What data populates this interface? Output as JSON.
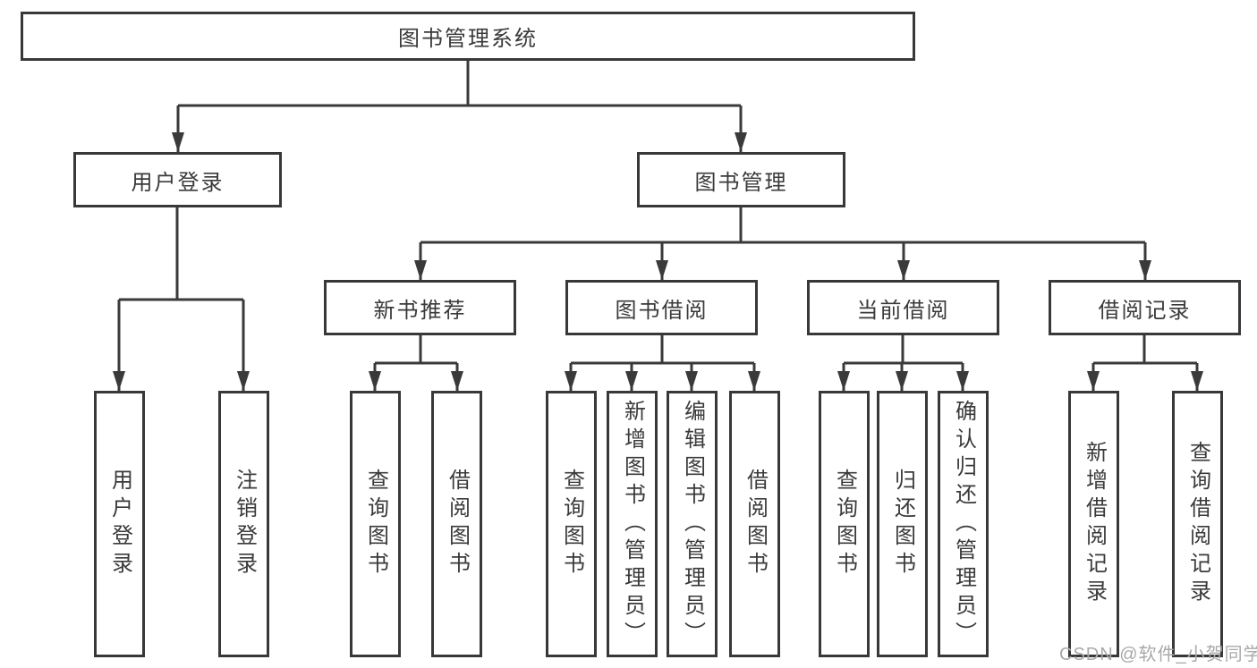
{
  "nodes": {
    "root": "图书管理系统",
    "level2": [
      "用户登录",
      "图书管理"
    ],
    "level3": [
      "新书推荐",
      "图书借阅",
      "当前借阅",
      "借阅记录"
    ],
    "user_children": [
      "用户登录",
      "注销登录"
    ],
    "newbook_children": [
      "查询图书",
      "借阅图书"
    ],
    "borrow_children": [
      "查询图书",
      "新增图书（管理员）",
      "编辑图书（管理员）",
      "借阅图书"
    ],
    "current_children": [
      "查询图书",
      "归还图书",
      "确认归还（管理员）"
    ],
    "records_children": [
      "新增借阅记录",
      "查询借阅记录"
    ]
  },
  "colors": {
    "line": "#3a3a3a",
    "box_border": "#383838",
    "box_fill": "#ffffff",
    "text": "#3a3a3a",
    "watermark": "#a9a9a9",
    "background": "#ffffff"
  },
  "watermark": "CSDN @软件_小贺同学"
}
